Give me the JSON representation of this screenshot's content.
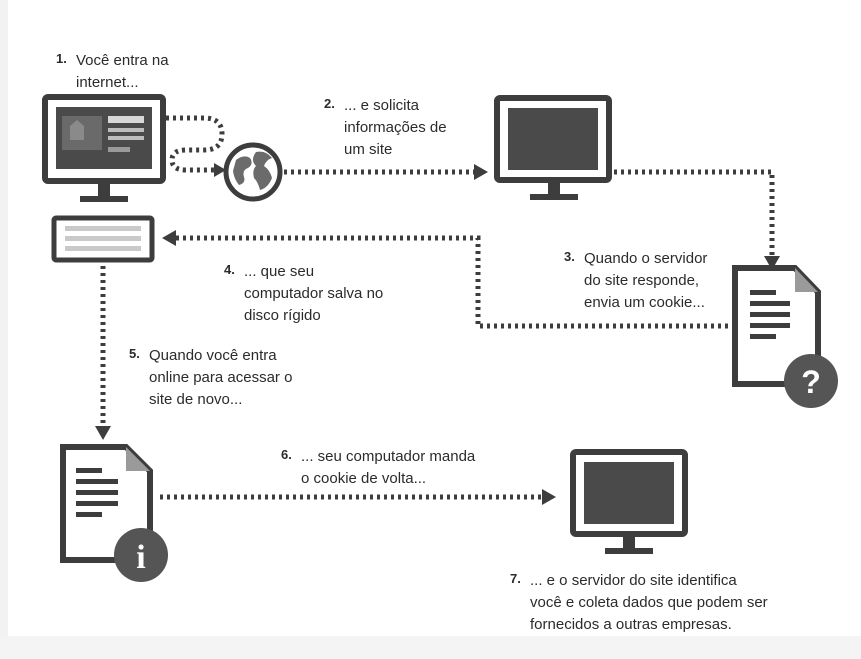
{
  "colors": {
    "ink": "#3d3d3d",
    "screen": "#4a4a4a",
    "globe": "#6b6b6b",
    "badge": "#555555",
    "dog_ear": "#9a9a9a"
  },
  "steps": [
    {
      "number": "1.",
      "text": "Você entra na\ninternet..."
    },
    {
      "number": "2.",
      "text": "... e solicita\ninformações de\num site"
    },
    {
      "number": "3.",
      "text": "Quando o servidor\ndo site responde,\nenvia um cookie..."
    },
    {
      "number": "4.",
      "text": "... que seu\ncomputador salva no\ndisco rígido"
    },
    {
      "number": "5.",
      "text": "Quando você entra\nonline para acessar o\nsite de novo..."
    },
    {
      "number": "6.",
      "text": "... seu computador manda\no cookie de volta..."
    },
    {
      "number": "7.",
      "text": "... e o servidor do site identifica\nvocê e coleta dados que podem ser\nfornecidos a outras empresas."
    }
  ],
  "icons": {
    "question_badge": "?",
    "info_badge": "i"
  }
}
